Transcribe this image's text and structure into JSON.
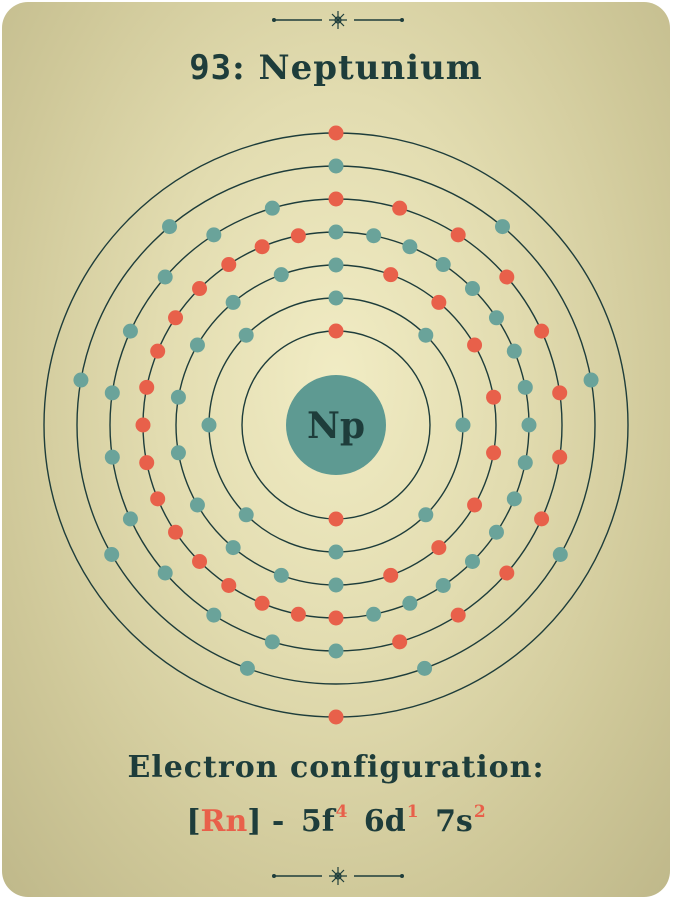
{
  "element": {
    "atomic_number": "93",
    "separator": ":",
    "name": "Neptunium",
    "symbol": "Np"
  },
  "electron_configuration": {
    "label": "Electron configuration:",
    "core_open": "[",
    "core_symbol": "Rn",
    "core_close": "]",
    "dash": "-",
    "terms": [
      {
        "orbital": "5f",
        "count": "4"
      },
      {
        "orbital": "6d",
        "count": "1"
      },
      {
        "orbital": "7s",
        "count": "2"
      }
    ]
  },
  "shells": [
    {
      "electrons": 2,
      "colors": [
        "red",
        "red"
      ]
    },
    {
      "electrons": 8,
      "colors": [
        "green",
        "green",
        "green",
        "green",
        "green",
        "green",
        "green",
        "green"
      ]
    },
    {
      "electrons": 18,
      "colors": [
        "green",
        "red",
        "red",
        "red",
        "red",
        "red",
        "red",
        "red",
        "red",
        "green",
        "green",
        "green",
        "green",
        "green",
        "green",
        "green",
        "green",
        "green"
      ]
    },
    {
      "electrons": 32,
      "colors": [
        "green",
        "green",
        "green",
        "green",
        "green",
        "green",
        "green",
        "green",
        "green",
        "green",
        "green",
        "green",
        "green",
        "green",
        "green",
        "green",
        "red",
        "red",
        "red",
        "red",
        "red",
        "red",
        "red",
        "red",
        "red",
        "red",
        "red",
        "red",
        "red",
        "red",
        "red",
        "red"
      ]
    },
    {
      "electrons": 22,
      "colors": [
        "red",
        "red",
        "red",
        "red",
        "red",
        "red",
        "red",
        "red",
        "red",
        "red",
        "red",
        "green",
        "green",
        "green",
        "green",
        "green",
        "green",
        "green",
        "green",
        "green",
        "green",
        "green"
      ]
    },
    {
      "electrons": 9,
      "colors": [
        "green",
        "green",
        "green",
        "green",
        "green",
        "green",
        "green",
        "green",
        "green"
      ]
    },
    {
      "electrons": 2,
      "colors": [
        "red",
        "red"
      ]
    }
  ],
  "colors": {
    "red": "#e8604a",
    "green": "#6aa39a",
    "orbit": "#1e3d3b",
    "nucleus": "#5e9a92",
    "text": "#1e3d3b",
    "background_light": "#f1ecc4",
    "background_dark": "#bfb88a"
  },
  "icons": {
    "ornament": "sunburst-divider-icon"
  }
}
